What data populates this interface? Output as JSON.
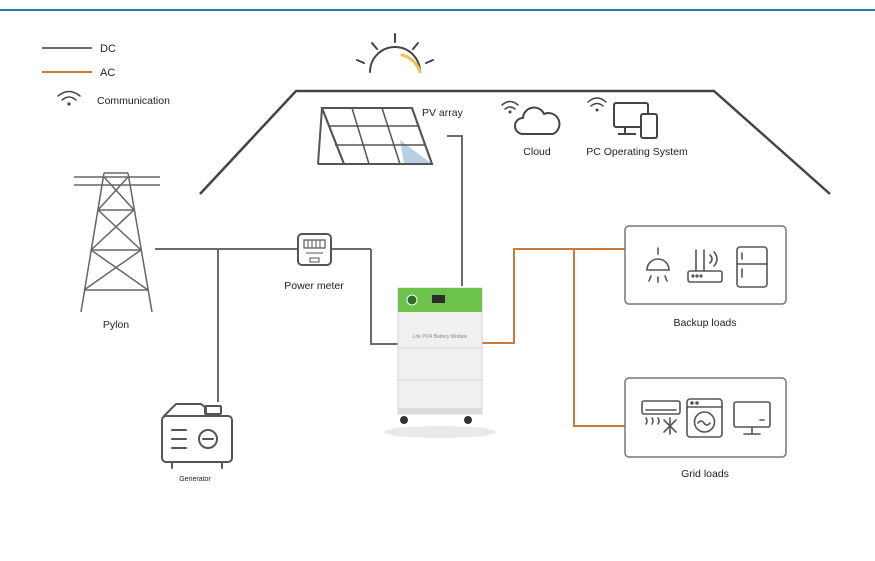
{
  "legend": {
    "dc_label": "DC",
    "ac_label": "AC",
    "comm_label": "Communication"
  },
  "labels": {
    "pv_array": "PV array",
    "cloud": "Cloud",
    "pc_system": "PC Operating System",
    "pylon": "Pylon",
    "power_meter": "Power meter",
    "generator": "Generator",
    "backup_loads": "Backup loads",
    "grid_loads": "Grid loads",
    "battery_module": "Life PO4 Battery Module"
  },
  "colors": {
    "dc": "#6b6b6b",
    "ac": "#cc7a3a",
    "header_rule": "#2a7aa8",
    "battery_green": "#6cc24a",
    "sun_glow": "#f2c14e"
  }
}
